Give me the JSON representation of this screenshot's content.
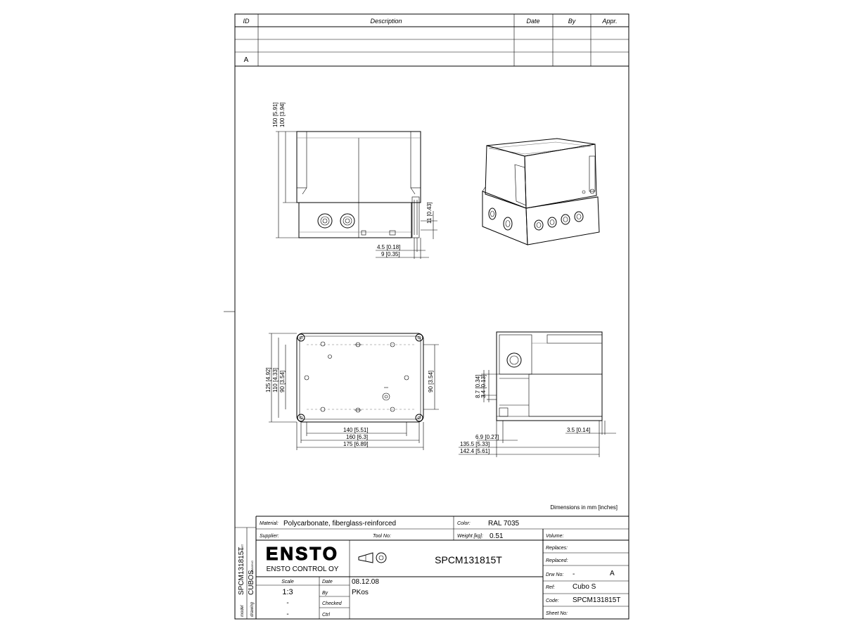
{
  "revision_table": {
    "headers": {
      "id": "ID",
      "description": "Description",
      "date": "Date",
      "by": "By",
      "appr": "Appr."
    },
    "rows": [
      {
        "id": "",
        "description": "",
        "date": "",
        "by": "",
        "appr": ""
      },
      {
        "id": "",
        "description": "",
        "date": "",
        "by": "",
        "appr": ""
      },
      {
        "id": "A",
        "description": "",
        "date": "",
        "by": "",
        "appr": ""
      }
    ]
  },
  "dimensions": {
    "side_height_total": "150 [5.91]",
    "side_height_lid": "100 [3.94]",
    "side_offset_11": "11 [0.43]",
    "side_offset_4_5": "4.5 [0.18]",
    "side_offset_9": "9 [0.35]",
    "top_h_125": "125 [4.92]",
    "top_h_110": "110 [4.33]",
    "top_h_90_left": "90 [3.54]",
    "top_h_90_right": "90 [3.54]",
    "top_w_140": "140 [5.51]",
    "top_w_160": "160 [6.3]",
    "top_w_175": "175 [6.89]",
    "end_8_7": "8.7 [0.34]",
    "end_3_4": "3.4 [0.13]",
    "end_3_5": "3.5 [0.14]",
    "end_6_9": "6.9 [0.27]",
    "end_135_5": "135.5 [5.33]",
    "end_142_4": "142.4 [5.61]"
  },
  "units_note": "Dimensions in mm [inches]",
  "title_block": {
    "material_label": "Material:",
    "material_value": "Polycarbonate, fiberglass-reinforced",
    "color_label": "Color:",
    "color_value": "RAL 7035",
    "supplier_label": "Supplier:",
    "tool_no_label": "Tool No:",
    "weight_label": "Weight [kg]:",
    "weight_value": "0.51",
    "volume_label": "Volume:",
    "logo_text": "ENSTO",
    "company": "ENSTO CONTROL OY",
    "part_number": "SPCM131815T",
    "replaces_label": "Replaces:",
    "replaced_label": "Replaced:",
    "drw_no_label": "Drw No:",
    "drw_no_value": "-",
    "drw_rev": "A",
    "ref_label": "Ref:",
    "ref_value": "Cubo S",
    "code_label": "Code:",
    "code_value": "SPCM131815T",
    "sheet_no_label": "Sheet No:",
    "scale_label": "Scale",
    "scale_value": "1:3",
    "scale_row2": "-",
    "scale_row3": "-",
    "date_label": "Date",
    "date_value": "08.12.08",
    "by_label": "By",
    "by_value": "PKos",
    "checked_label": "Checked",
    "checked_value": "",
    "ctrl_label": "Ctrl",
    "ctrl_value": ""
  },
  "side_strip": {
    "part_value": "SPCM131815T",
    "part_tag": "PART",
    "drawing_value": "CUBOS",
    "drawing_tag": "DRAWING",
    "model_label": "model",
    "drawing_label": "drawing"
  }
}
